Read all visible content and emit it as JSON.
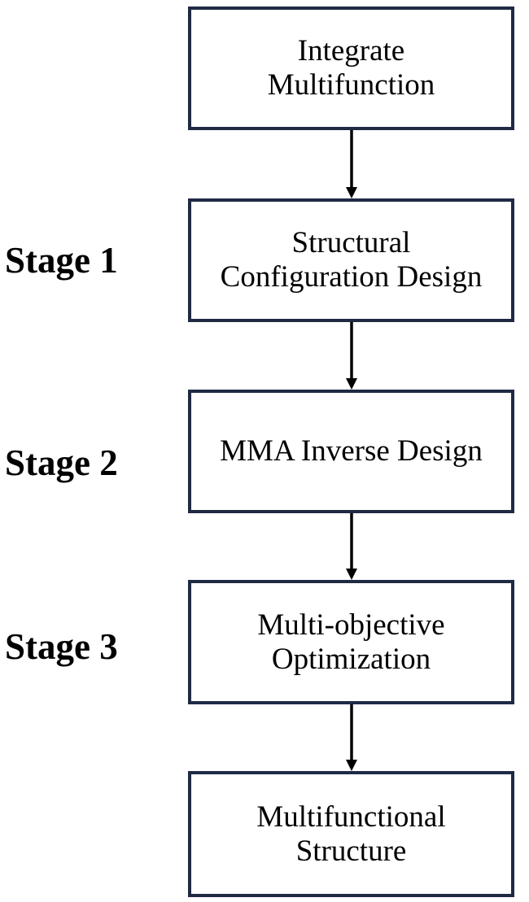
{
  "stages": [
    {
      "label": "Stage 1"
    },
    {
      "label": "Stage 2"
    },
    {
      "label": "Stage 3"
    }
  ],
  "boxes": [
    {
      "lines": [
        "Integrate",
        "Multifunction"
      ]
    },
    {
      "lines": [
        "Structural",
        "Configuration Design"
      ]
    },
    {
      "lines": [
        "MMA Inverse Design"
      ]
    },
    {
      "lines": [
        "Multi-objective",
        "Optimization"
      ]
    },
    {
      "lines": [
        "Multifunctional",
        "Structure"
      ]
    }
  ],
  "colors": {
    "box_border": "#1f2a44",
    "arrow": "#000000",
    "text": "#000000"
  }
}
